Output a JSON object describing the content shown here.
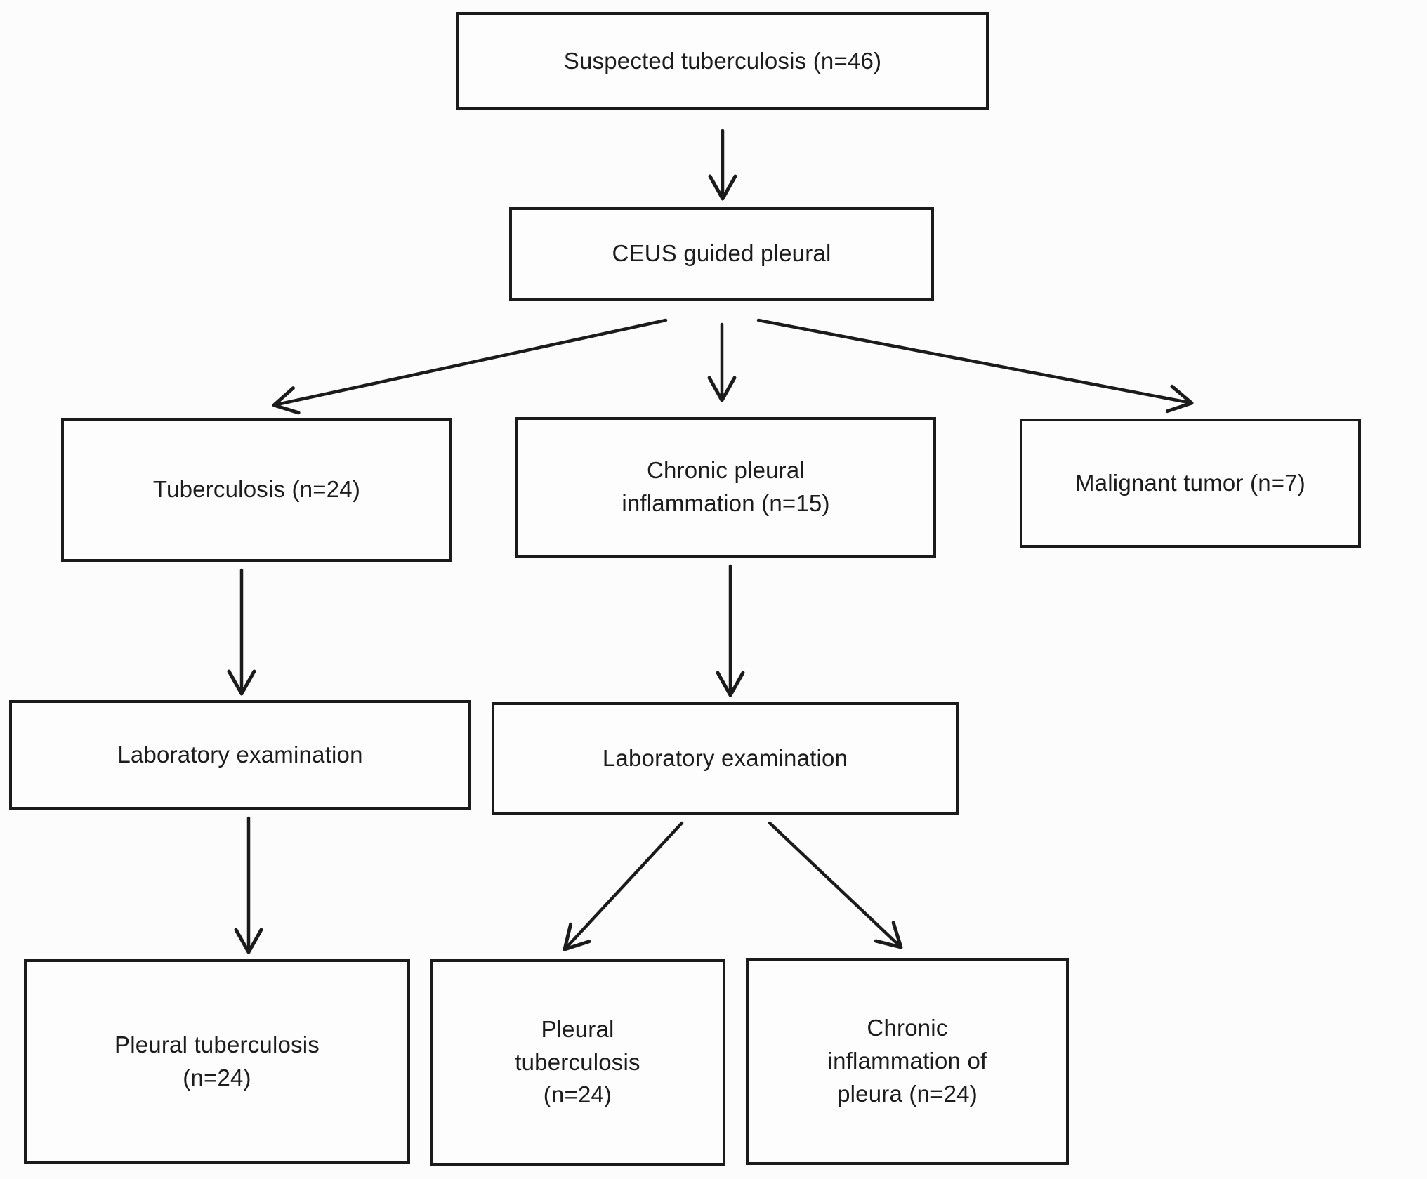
{
  "figure": {
    "type": "flowchart",
    "colors": {
      "line": "#1b1b1b",
      "text": "#1c1c1c",
      "background": "#fcfcfc",
      "node_fill": "#fdfdfd"
    },
    "nodes": {
      "suspected": {
        "label": "Suspected tuberculosis (n=46)"
      },
      "ceus": {
        "label": "CEUS guided pleural"
      },
      "tuberculosis": {
        "label": "Tuberculosis (n=24)"
      },
      "chronic_pleural": {
        "label": "Chronic pleural\ninflammation (n=15)"
      },
      "malignant": {
        "label": "Malignant tumor (n=7)"
      },
      "lab_left": {
        "label": "Laboratory examination"
      },
      "lab_right": {
        "label": "Laboratory examination"
      },
      "pleural_tb_left": {
        "label": "Pleural tuberculosis\n(n=24)"
      },
      "pleural_tb_mid": {
        "label": "Pleural\ntuberculosis\n(n=24)"
      },
      "chronic_inflammation": {
        "label": "Chronic\ninflammation of\npleura (n=24)"
      }
    },
    "edges": [
      {
        "from": "suspected",
        "to": "ceus"
      },
      {
        "from": "ceus",
        "to": "tuberculosis"
      },
      {
        "from": "ceus",
        "to": "chronic_pleural"
      },
      {
        "from": "ceus",
        "to": "malignant"
      },
      {
        "from": "tuberculosis",
        "to": "lab_left"
      },
      {
        "from": "chronic_pleural",
        "to": "lab_right"
      },
      {
        "from": "lab_left",
        "to": "pleural_tb_left"
      },
      {
        "from": "lab_right",
        "to": "pleural_tb_mid"
      },
      {
        "from": "lab_right",
        "to": "chronic_inflammation"
      }
    ]
  }
}
